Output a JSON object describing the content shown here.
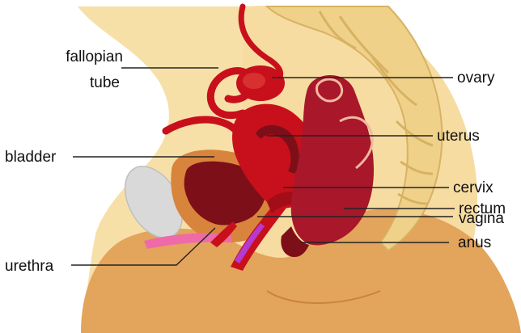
{
  "labels": {
    "fallopian_line1": "fallopian",
    "fallopian_line2": "tube",
    "bladder": "bladder",
    "urethra": "urethra",
    "ovary": "ovary",
    "uterus": "uterus",
    "cervix": "cervix",
    "rectum": "rectum",
    "vagina": "vagina",
    "anus": "anus"
  },
  "colors": {
    "skin": "#e3a45c",
    "skin_dark": "#c8843e",
    "bone_pale": "#f6dca0",
    "spine": "#efd18a",
    "spine_edge": "#d7b262",
    "organ_red": "#c8101c",
    "organ_dark": "#7d0f18",
    "bladder_wall": "#d8843c",
    "pubic_bone": "#d9d9d9",
    "urethra_pink": "#ef6aa8",
    "vagina_purple": "#b43ad0",
    "leader_line": "#222222"
  }
}
